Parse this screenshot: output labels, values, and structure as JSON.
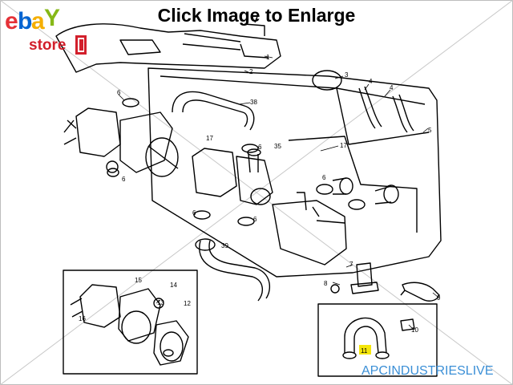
{
  "header": {
    "title": "Click Image to Enlarge"
  },
  "logo": {
    "letters": [
      "e",
      "b",
      "a",
      "Y"
    ],
    "store_text": "store"
  },
  "watermark": {
    "text": "APCINDUSTRIESLIVE"
  },
  "colors": {
    "ebay_e": "#e53238",
    "ebay_b": "#0064d2",
    "ebay_a": "#f5af02",
    "ebay_y": "#86b817",
    "store": "#d21f2b",
    "watermark": "#3b8fd6",
    "highlight": "#f5e60a"
  },
  "diagram": {
    "callouts": [
      "1",
      "2",
      "3",
      "4",
      "4",
      "5",
      "6",
      "6",
      "6",
      "6",
      "6",
      "6",
      "7",
      "8",
      "9",
      "10",
      "11",
      "12",
      "13",
      "14",
      "15",
      "16",
      "17",
      "17",
      "35",
      "38",
      "39"
    ],
    "highlighted_callout": "11"
  }
}
